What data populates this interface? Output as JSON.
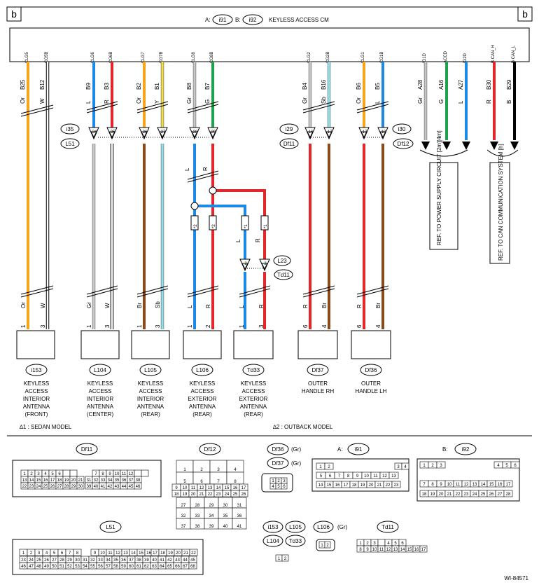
{
  "header": {
    "corner_left": "b",
    "corner_right": "b",
    "title_prefix_a": "A:",
    "title_conn_a": "i91",
    "title_prefix_b": "B:",
    "title_conn_b": "i92",
    "title": "KEYLESS ACCESS CM"
  },
  "cm_pins": [
    {
      "sig": "CLG5",
      "pin": "B25",
      "col": "Or"
    },
    {
      "sig": "CG5B",
      "pin": "B12",
      "col": "W"
    },
    {
      "sig": "CLG6",
      "pin": "B9",
      "col": "L"
    },
    {
      "sig": "CG6B",
      "pin": "B3",
      "col": "R"
    },
    {
      "sig": "CLG7",
      "pin": "B2",
      "col": "Or"
    },
    {
      "sig": "CG7B",
      "pin": "B1",
      "col": "Y"
    },
    {
      "sig": "CLG8",
      "pin": "B8",
      "col": "Gr"
    },
    {
      "sig": "CG8B",
      "pin": "B7",
      "col": "G"
    },
    {
      "sig": "CLG2",
      "pin": "B4",
      "col": "Gr"
    },
    {
      "sig": "CG2B",
      "pin": "B16",
      "col": "Sb"
    },
    {
      "sig": "CLG1",
      "pin": "B6",
      "col": "Or"
    },
    {
      "sig": "CG1B",
      "pin": "B5",
      "col": "L"
    },
    {
      "sig": "IG1D",
      "pin": "A28",
      "col": "Gr"
    },
    {
      "sig": "ACCD",
      "pin": "A16",
      "col": "G"
    },
    {
      "sig": "IG2D",
      "pin": "A27",
      "col": "L"
    },
    {
      "sig": "B CAN_H",
      "pin": "B30",
      "col": "R"
    },
    {
      "sig": "B CAN_L",
      "pin": "B29",
      "col": "B"
    }
  ],
  "connectors_mid": {
    "i35": "i35",
    "L51": "L51",
    "i29": "i29",
    "Df11": "Df11",
    "i30": "i30",
    "Df12": "Df12",
    "L23": "L23",
    "Td11": "Td11",
    "pins_left": [
      "34",
      "35",
      "36",
      "37",
      "38",
      "39"
    ],
    "pins_right": [
      "16",
      "17",
      "17",
      "18"
    ],
    "pins_td": [
      "2",
      "3"
    ]
  },
  "mid_colors": {
    "c1": "L",
    "c2": "R",
    "c3": "L",
    "c4": "R"
  },
  "markers": {
    "m2a": "*2",
    "m2b": "*2",
    "m1a": "*1",
    "m1b": "*1"
  },
  "ref_notes": {
    "power": "REF. TO POWER SUPPLY CIRCUIT [2m][4m]",
    "can": "REF. TO CAN COMMUNICATION SYSTEM [h]"
  },
  "bottom_wires": [
    {
      "col": "Or",
      "pin": "1"
    },
    {
      "col": "W",
      "pin": "3"
    },
    {
      "col": "Gr",
      "pin": "1"
    },
    {
      "col": "W",
      "pin": "3"
    },
    {
      "col": "Br",
      "pin": "1"
    },
    {
      "col": "Sb",
      "pin": "3"
    },
    {
      "col": "L",
      "pin": "1"
    },
    {
      "col": "R",
      "pin": "2"
    },
    {
      "col": "L",
      "pin": "1"
    },
    {
      "col": "R",
      "pin": "3"
    },
    {
      "col": "R",
      "pin": "6"
    },
    {
      "col": "Br",
      "pin": "4"
    },
    {
      "col": "R",
      "pin": "6"
    },
    {
      "col": "Br",
      "pin": "4"
    }
  ],
  "components": [
    {
      "id": "i153",
      "l1": "KEYLESS",
      "l2": "ACCESS",
      "l3": "INTERIOR",
      "l4": "ANTENNA",
      "l5": "(FRONT)"
    },
    {
      "id": "L104",
      "l1": "KEYLESS",
      "l2": "ACCESS",
      "l3": "INTERIOR",
      "l4": "ANTENNA",
      "l5": "(CENTER)"
    },
    {
      "id": "L105",
      "l1": "KEYLESS",
      "l2": "ACCESS",
      "l3": "INTERIOR",
      "l4": "ANTENNA",
      "l5": "(REAR)"
    },
    {
      "id": "L106",
      "l1": "KEYLESS",
      "l2": "ACCESS",
      "l3": "EXTERIOR",
      "l4": "ANTENNA",
      "l5": "(REAR)"
    },
    {
      "id": "Td33",
      "l1": "KEYLESS",
      "l2": "ACCESS",
      "l3": "EXTERIOR",
      "l4": "ANTENNA",
      "l5": "(REAR)"
    },
    {
      "id": "Df37",
      "l1": "OUTER",
      "l2": "HANDLE RH"
    },
    {
      "id": "Df36",
      "l1": "OUTER",
      "l2": "HANDLE LH"
    }
  ],
  "notes": {
    "n1": "∆1 : SEDAN MODEL",
    "n2": "∆2 : OUTBACK MODEL"
  },
  "legend": {
    "df11": "Df11",
    "df12": "Df12",
    "df36": "Df36",
    "df37": "Df37",
    "gr1": "(Gr)",
    "gr2": "(Gr)",
    "gr3": "(Gr)",
    "a_pre": "A:",
    "i91": "i91",
    "b_pre": "B:",
    "i92": "i92",
    "l51": "L51",
    "i153": "i153",
    "l105": "L105",
    "l104": "L104",
    "td33": "Td33",
    "l106": "L106",
    "td11": "Td11"
  },
  "footer": {
    "code": "WI-84571"
  },
  "wire_colors": {
    "Or": "#f5a51c",
    "W": "#ffffff",
    "L": "#1e88e5",
    "R": "#e3262a",
    "Y": "#f2e23a",
    "Gr": "#c8c8c8",
    "G": "#1fa34a",
    "Sb": "#8fe3ef",
    "Br": "#8a4a1c",
    "B": "#000000"
  }
}
